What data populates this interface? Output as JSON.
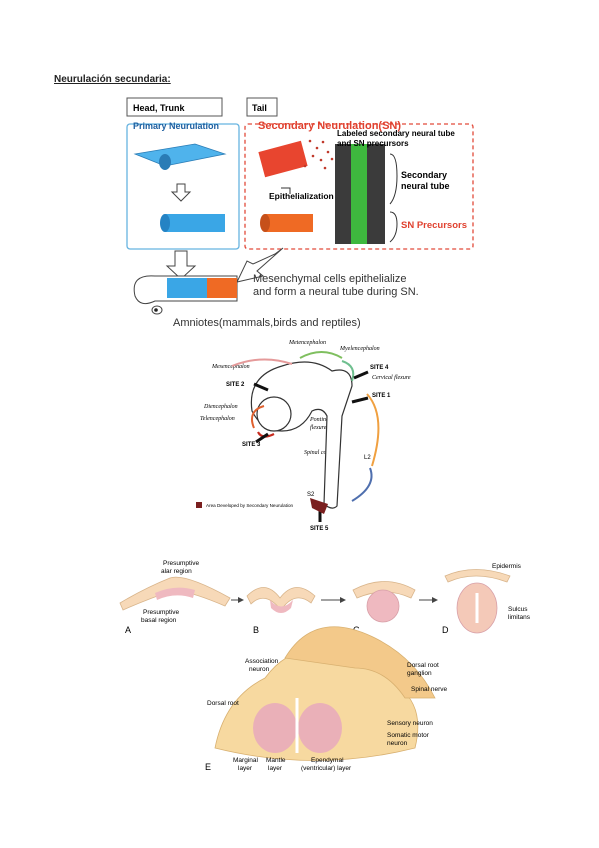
{
  "heading": "Neurulación secundaria:",
  "fig1": {
    "head_trunk": "Head, Trunk",
    "tail": "Tail",
    "primary_title": "Primary Neurulation",
    "secondary_title": "Secondary Neurulation(SN)",
    "labeled_caption": "Labeled secondary neural tube and SN precursors",
    "epithelialization": "Epithelialization",
    "secondary_neural_tube": "Secondary neural tube",
    "sn_precursors": "SN Precursors",
    "mesenchymal_note": "Mesenchymal cells epithelialize and form a neural tube during SN.",
    "amniotes": "Amniotes(mammals,birds and reptiles)"
  },
  "fig2": {
    "metencephalon": "Metencephalon",
    "myelencephalon": "Myelencephalon",
    "mesencephalon": "Mesencephalon",
    "site4": "SITE 4",
    "cervical_flexure": "Cervical flexure",
    "site2": "SITE 2",
    "site1": "SITE 1",
    "diencephalon": "Diencephalon",
    "telencephalon": "Telencephalon",
    "pontine_flexure": "Pontine flexure",
    "site3": "SITE 3",
    "spinal_cord": "Spinal cord",
    "l2": "L2",
    "s2": "S2",
    "legend": "Area Developed by Secondary Neurulation",
    "site5": "SITE 5"
  },
  "fig3": {
    "presumptive_alar": "Presumptive alar region",
    "presumptive_basal": "Presumptive basal region",
    "epidermis": "Epidermis",
    "sulcus_limitans": "Sulcus limitans",
    "panel_a": "A",
    "panel_b": "B",
    "panel_c": "C",
    "panel_d": "D",
    "panel_e": "E",
    "association_neuron": "Association neuron",
    "dorsal_root_ganglion": "Dorsal root ganglion",
    "spinal_nerve": "Spinal nerve",
    "dorsal_root": "Dorsal root",
    "sensory_neuron": "Sensory neuron",
    "somatic_motor_neuron": "Somatic motor neuron",
    "marginal_layer": "Marginal layer",
    "mantle_layer": "Mantle layer",
    "ependymal_layer": "Ependymal (ventricular) layer"
  }
}
